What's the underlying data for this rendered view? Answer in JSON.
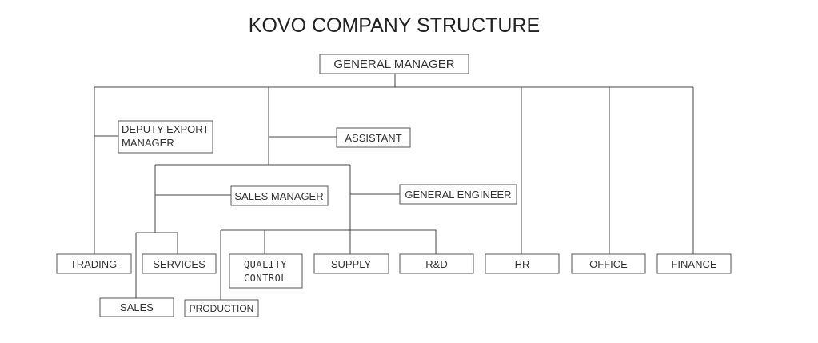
{
  "title": "KOVO COMPANY STRUCTURE",
  "nodes": {
    "general_manager": "GENERAL MANAGER",
    "deputy_export_manager": [
      "DEPUTY EXPORT",
      "MANAGER"
    ],
    "assistant": "ASSISTANT",
    "sales_manager": "SALES MANAGER",
    "general_engineer": "GENERAL ENGINEER",
    "trading": "TRADING",
    "services": "SERVICES",
    "quality_control": [
      "QUALITY",
      "CONTROL"
    ],
    "supply": "SUPPLY",
    "rnd": "R&D",
    "hr": "HR",
    "office": "OFFICE",
    "finance": "FINANCE",
    "sales": "SALES",
    "production": "PRODUCTION"
  }
}
